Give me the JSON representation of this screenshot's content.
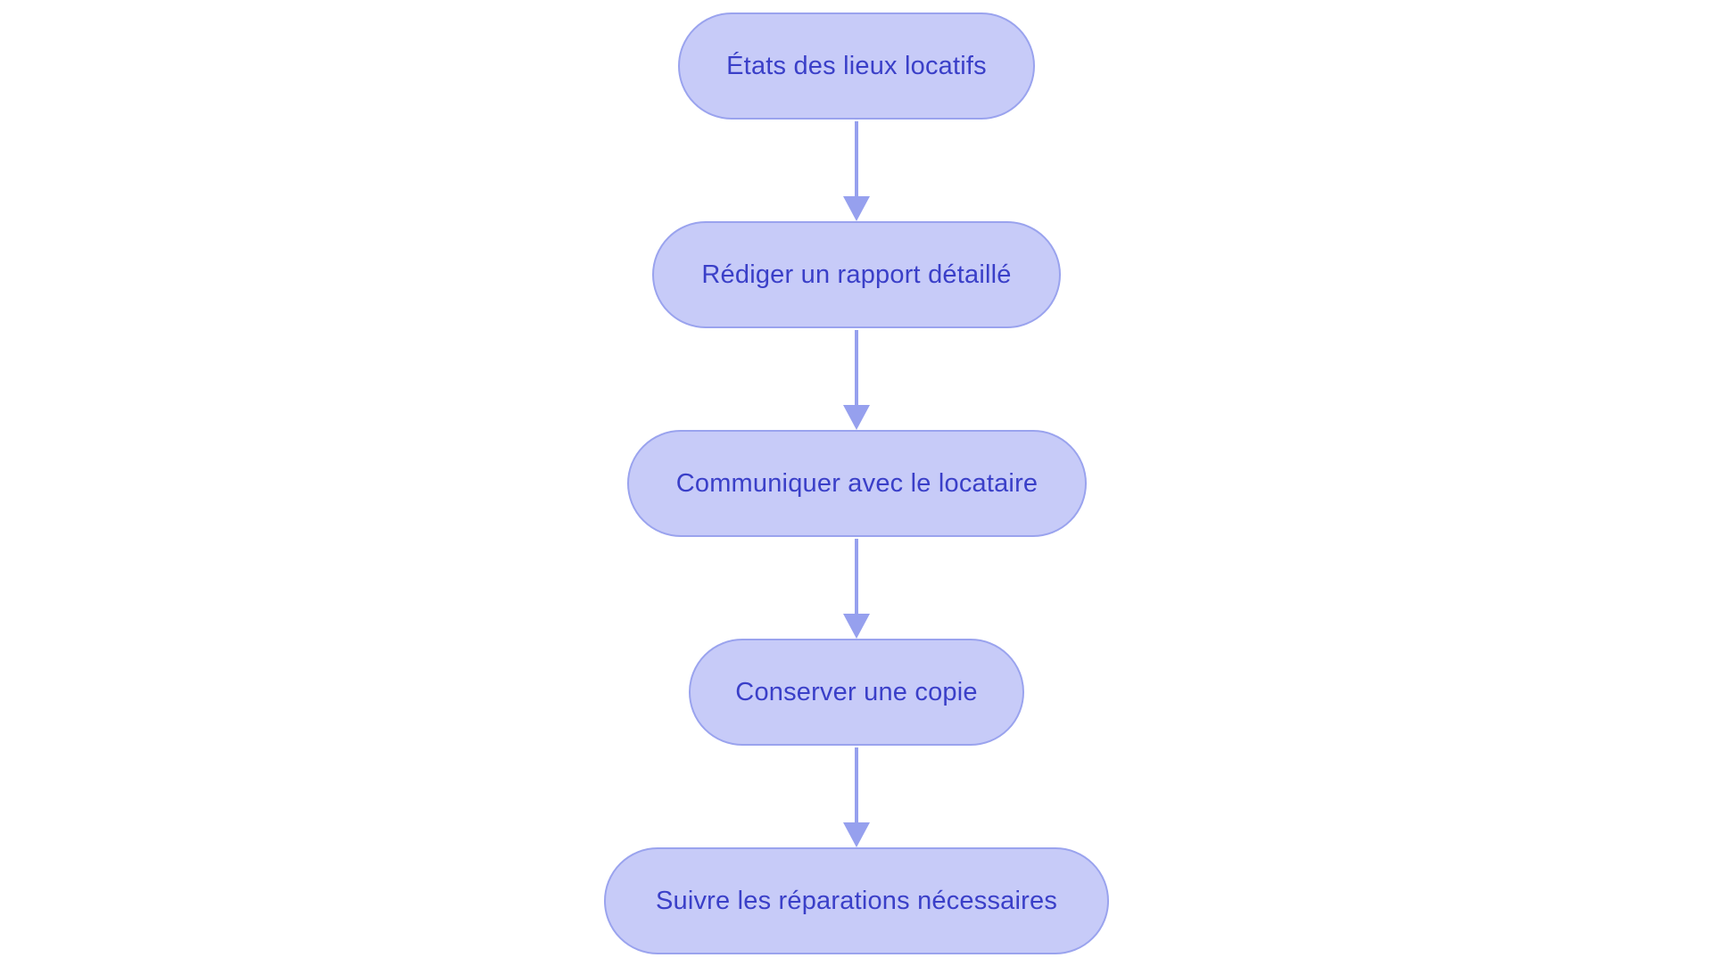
{
  "diagram": {
    "type": "flowchart",
    "direction": "top-down",
    "nodes": [
      {
        "label": "États des lieux locatifs"
      },
      {
        "label": "Rédiger un rapport détaillé"
      },
      {
        "label": "Communiquer avec le locataire"
      },
      {
        "label": "Conserver une copie"
      },
      {
        "label": "Suivre les réparations nécessaires"
      }
    ],
    "edges": [
      {
        "from": "États des lieux locatifs",
        "to": "Rédiger un rapport détaillé"
      },
      {
        "from": "Rédiger un rapport détaillé",
        "to": "Communiquer avec le locataire"
      },
      {
        "from": "Communiquer avec le locataire",
        "to": "Conserver une copie"
      },
      {
        "from": "Conserver une copie",
        "to": "Suivre les réparations nécessaires"
      }
    ],
    "colors": {
      "background": "#ffffff",
      "node_fill": "#c7cbf8",
      "node_border": "#9aa3ee",
      "arrow": "#96a0ee",
      "text": "#3a3fc8"
    }
  }
}
